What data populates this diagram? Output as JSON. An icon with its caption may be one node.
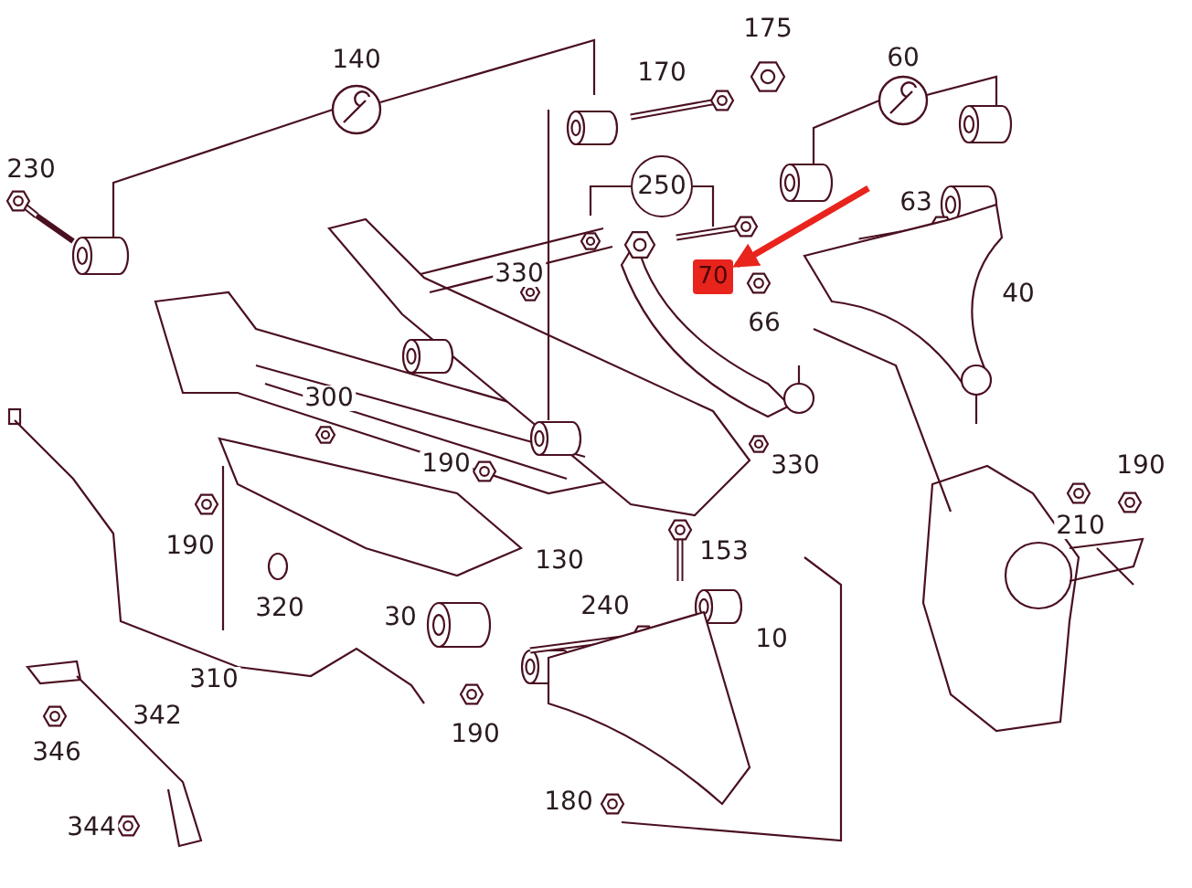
{
  "diagram": {
    "nodes": [
      {
        "text": [
          "250"
        ]
      },
      {
        "text": [
          "70"
        ]
      }
    ],
    "edges": [
      {
        "from": 0,
        "to": null,
        "arrow": "none"
      },
      {
        "from": 0,
        "to": null,
        "arrow": "none"
      },
      {
        "from": null,
        "to": 1,
        "arrow": "to",
        "style": "thick",
        "color": "#e8241c"
      }
    ],
    "labels": [
      "175",
      "140",
      "170",
      "60",
      "230",
      "63",
      "330",
      "66",
      "40",
      "300",
      "190",
      "330",
      "190",
      "210",
      "190",
      "130",
      "153",
      "320",
      "30",
      "240",
      "10",
      "310",
      "342",
      "346",
      "190",
      "344",
      "180"
    ]
  }
}
